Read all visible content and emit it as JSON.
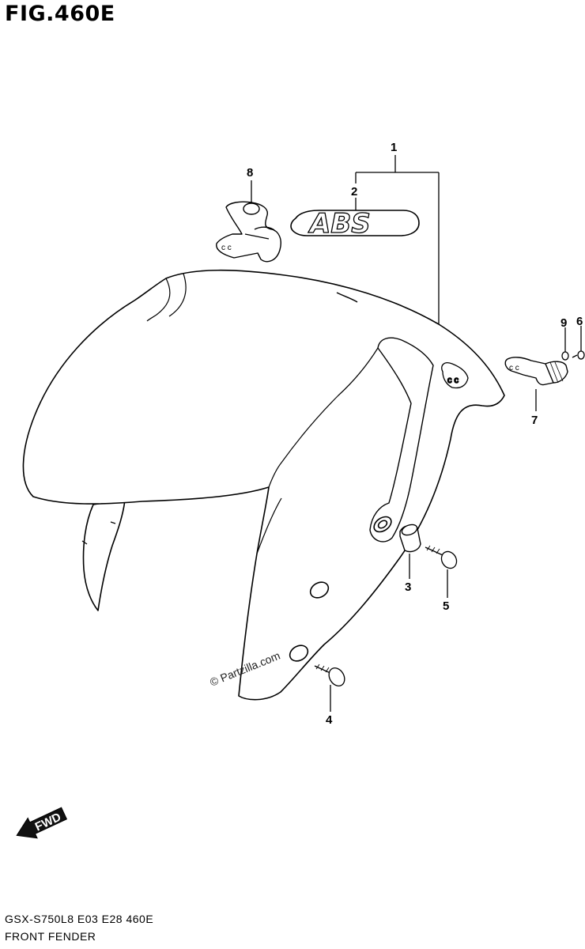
{
  "figure": {
    "title": "FIG.460E",
    "model_code": "GSX-S750L8  E03  E28  460E",
    "section_name": "FRONT FENDER"
  },
  "callouts": [
    "1",
    "2",
    "3",
    "4",
    "5",
    "6",
    "7",
    "8",
    "9"
  ],
  "emblem_text": "ABS",
  "direction_label": "FWD",
  "watermark": "© Partzilla.com"
}
